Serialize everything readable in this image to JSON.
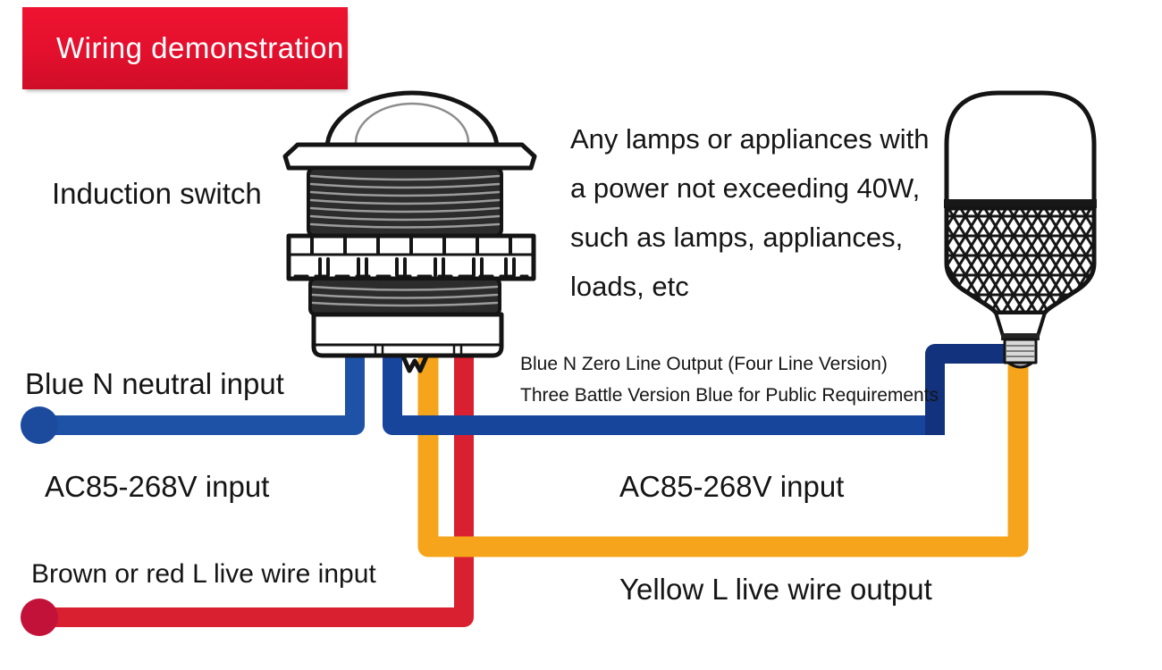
{
  "title_banner": {
    "label": "Wiring demonstration"
  },
  "diagram": {
    "switch_label": "Induction switch",
    "appliance_note": {
      "line1": "Any lamps or appliances with",
      "line2": "a power not exceeding 40W,",
      "line3": "such as lamps, appliances,",
      "line4": "loads, etc"
    },
    "output_note": {
      "line1": "Blue N Zero Line Output (Four Line Version)",
      "line2": "Three Battle Version Blue for Public Requirements"
    },
    "wire_labels": {
      "blue_neutral_input": "Blue N neutral input",
      "ac_input_left": "AC85-268V input",
      "ac_input_right": "AC85-268V input",
      "brown_red_live_input": "Brown or red L live wire input",
      "yellow_live_output": "Yellow L live wire output"
    },
    "illustrations": {
      "switch": "induction-switch",
      "bulb": "led-bulb"
    }
  },
  "colors": {
    "banner_red": "#e3102d",
    "banner_text": "#ffffff",
    "text_black": "#151515",
    "wire_blue_input": "#1e52a7",
    "wire_blue_output": "#17459c",
    "wire_blue_output_dark": "#13327e",
    "wire_yellow": "#f6a41b",
    "wire_red": "#d92030",
    "cap_blue": "#1c4b9e",
    "cap_red": "#c3123a",
    "line_art": "#141414"
  }
}
